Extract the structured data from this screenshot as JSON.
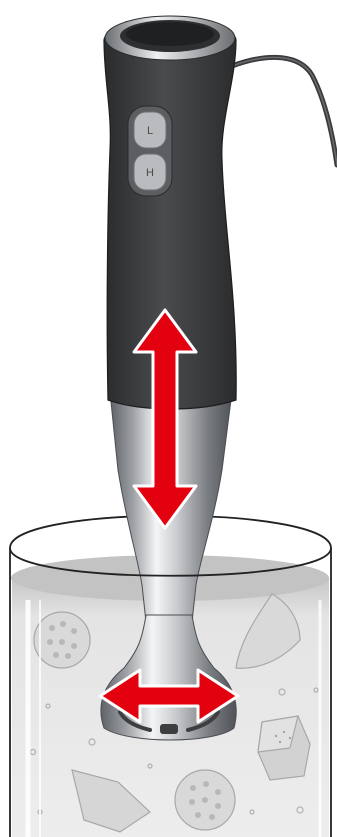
{
  "illustration": "hand-blender-in-beaker",
  "buttons": {
    "low_label": "L",
    "high_label": "H"
  },
  "colors": {
    "handle": "#3a3b3d",
    "handle_edge": "#1d1e20",
    "steel_light": "#eceeef",
    "steel_dark": "#6e7175",
    "arrow": "#e3000f",
    "arrow_outline": "#ffffff",
    "liquid": "#c9c9c9",
    "beaker_line": "#222222",
    "food": "#a9a9a9"
  },
  "arrows": [
    {
      "name": "vertical-motion-arrow",
      "direction": "up-down"
    },
    {
      "name": "horizontal-motion-arrow",
      "direction": "left-right"
    }
  ]
}
